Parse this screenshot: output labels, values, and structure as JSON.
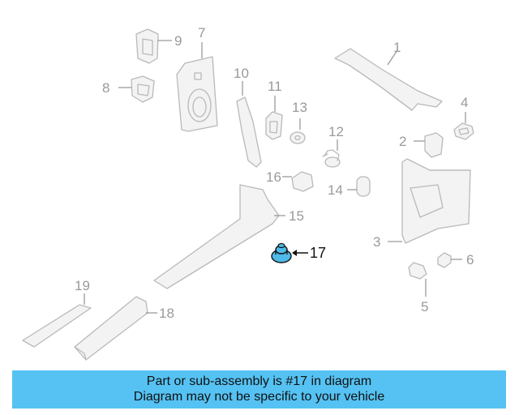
{
  "diagram": {
    "highlighted_part": "17",
    "callouts": [
      "1",
      "2",
      "3",
      "4",
      "5",
      "6",
      "7",
      "8",
      "9",
      "10",
      "11",
      "12",
      "13",
      "14",
      "15",
      "16",
      "17",
      "18",
      "19"
    ]
  },
  "banner": {
    "line1": "Part or sub-assembly is #17 in diagram",
    "line2": "Diagram may not be specific to your vehicle",
    "background": "#55c2f3"
  },
  "colors": {
    "part_stroke": "#b9b9b9",
    "highlight_fill": "#4fb9e8",
    "highlight_stroke": "#111111"
  }
}
